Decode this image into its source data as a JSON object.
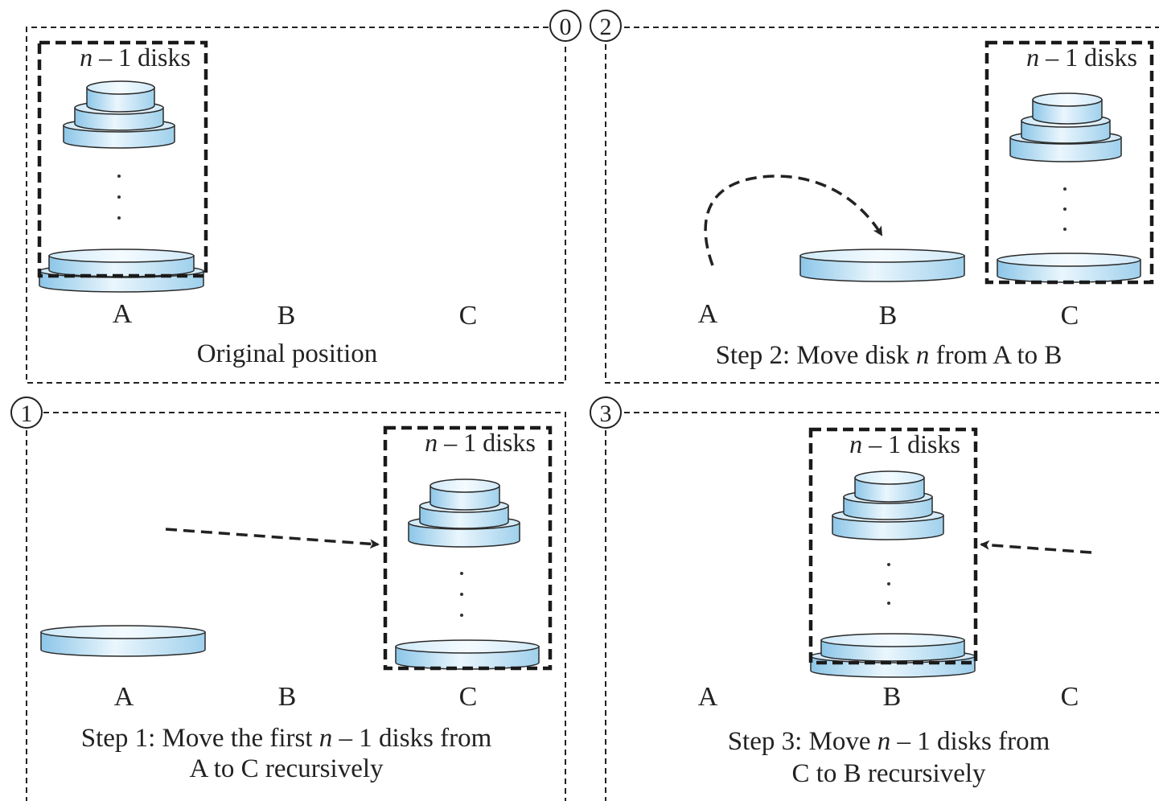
{
  "diagram": {
    "group_label_var": "n",
    "group_label_rest": " – 1 disks",
    "panels": [
      {
        "id": "original",
        "step_number": "0",
        "pegs": [
          "A",
          "B",
          "C"
        ],
        "caption_lines": [
          [
            {
              "t": "Original position"
            }
          ]
        ]
      },
      {
        "id": "step1",
        "step_number": "1",
        "pegs": [
          "A",
          "B",
          "C"
        ],
        "caption_lines": [
          [
            {
              "t": "Step 1: Move the first "
            },
            {
              "t": "n",
              "i": true
            },
            {
              "t": " – 1 disks from"
            }
          ],
          [
            {
              "t": "A to C recursively"
            }
          ]
        ]
      },
      {
        "id": "step2",
        "step_number": "2",
        "pegs": [
          "A",
          "B",
          "C"
        ],
        "caption_lines": [
          [
            {
              "t": "Step 2: Move disk "
            },
            {
              "t": "n",
              "i": true
            },
            {
              "t": " from A to B"
            }
          ]
        ]
      },
      {
        "id": "step3",
        "step_number": "3",
        "pegs": [
          "A",
          "B",
          "C"
        ],
        "caption_lines": [
          [
            {
              "t": "Step 3: Move "
            },
            {
              "t": "n",
              "i": true
            },
            {
              "t": " – 1 disks from"
            }
          ],
          [
            {
              "t": "C to B recursively"
            }
          ]
        ]
      }
    ],
    "colors": {
      "disk_fill_light": "#eaf6fd",
      "disk_fill_mid": "#bfe1f5",
      "disk_fill_dark": "#8cc6e8",
      "disk_stroke": "#2a2a2a",
      "dashed_line": "#222222"
    }
  }
}
